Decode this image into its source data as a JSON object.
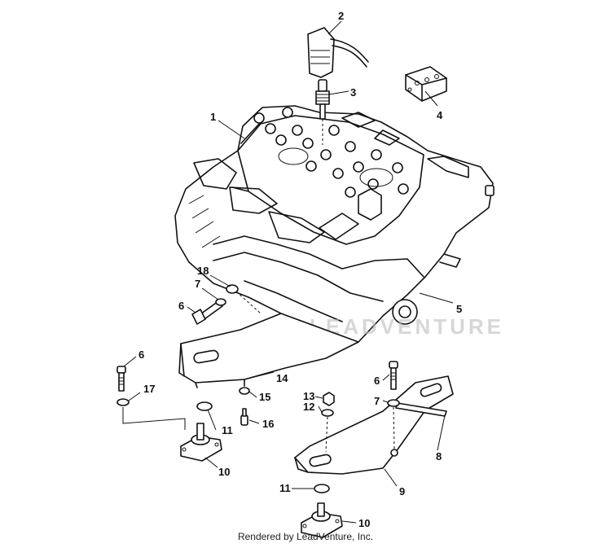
{
  "diagram": {
    "callouts": [
      "1",
      "2",
      "3",
      "4",
      "5",
      "6",
      "7",
      "18",
      "6",
      "17",
      "14",
      "15",
      "16",
      "11",
      "10",
      "13",
      "12",
      "6",
      "7",
      "8",
      "9",
      "11",
      "10"
    ],
    "watermark": "LEADVENTURE"
  },
  "footer": {
    "credit": "Rendered by LeadVenture, Inc."
  }
}
